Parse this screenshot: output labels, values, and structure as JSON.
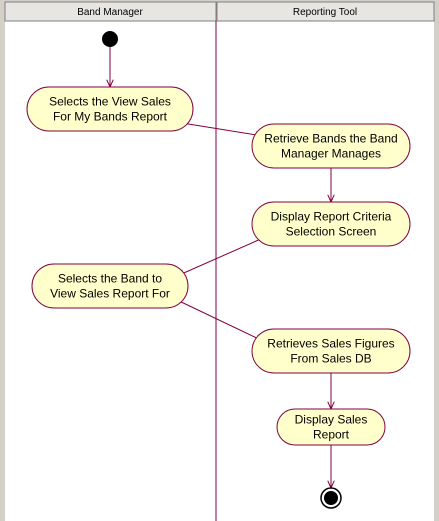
{
  "colors": {
    "background": "#d4d0c8",
    "canvas": "#ffffff",
    "header_fill": "#e8e6e2",
    "activity_fill": "#ffffcc",
    "activity_stroke": "#800040",
    "arrow": "#800040",
    "lane_divider": "#800040",
    "node_fill": "#000000"
  },
  "swimlanes": [
    {
      "id": "band-manager",
      "title": "Band Manager"
    },
    {
      "id": "reporting-tool",
      "title": "Reporting Tool"
    }
  ],
  "activities": [
    {
      "id": "a1",
      "lane": "band-manager",
      "lines": [
        "Selects the View Sales",
        "For My Bands Report"
      ]
    },
    {
      "id": "a2",
      "lane": "reporting-tool",
      "lines": [
        "Retrieve Bands the Band",
        "Manager Manages"
      ]
    },
    {
      "id": "a3",
      "lane": "reporting-tool",
      "lines": [
        "Display Report Criteria",
        "Selection Screen"
      ]
    },
    {
      "id": "a4",
      "lane": "band-manager",
      "lines": [
        "Selects the Band to",
        "View Sales Report For"
      ]
    },
    {
      "id": "a5",
      "lane": "reporting-tool",
      "lines": [
        "Retrieves Sales Figures",
        "From Sales DB"
      ]
    },
    {
      "id": "a6",
      "lane": "reporting-tool",
      "lines": [
        "Display Sales",
        "Report"
      ]
    }
  ],
  "flows": [
    {
      "from": "start",
      "to": "a1"
    },
    {
      "from": "a1",
      "to": "a2"
    },
    {
      "from": "a2",
      "to": "a3"
    },
    {
      "from": "a3",
      "to": "a4"
    },
    {
      "from": "a4",
      "to": "a5"
    },
    {
      "from": "a5",
      "to": "a6"
    },
    {
      "from": "a6",
      "to": "end"
    }
  ]
}
